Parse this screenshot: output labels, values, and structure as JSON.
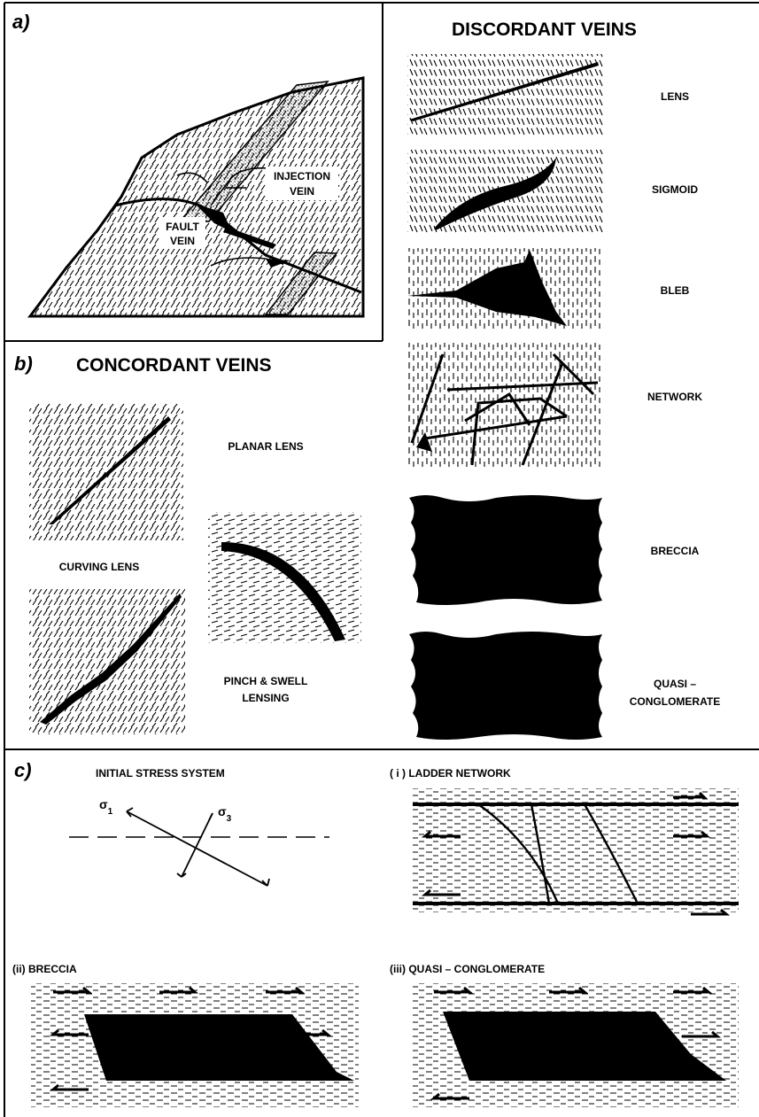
{
  "panels": {
    "a": {
      "letter": "a)",
      "labels": {
        "injection": [
          "INJECTION",
          "VEIN"
        ],
        "fault": [
          "FAULT",
          "VEIN"
        ]
      }
    },
    "b": {
      "letter": "b)",
      "title": "CONCORDANT VEINS",
      "labels": {
        "planar": "PLANAR  LENS",
        "curving": "CURVING  LENS",
        "pinch": [
          "PINCH & SWELL",
          "LENSING"
        ]
      }
    },
    "discordant": {
      "title": "DISCORDANT  VEINS",
      "labels": {
        "lens": "LENS",
        "sigmoid": "SIGMOID",
        "bleb": "BLEB",
        "network": "NETWORK",
        "breccia": "BRECCIA",
        "quasi": [
          "QUASI –",
          "CONGLOMERATE"
        ]
      }
    },
    "c": {
      "letter": "c)",
      "title": "INITIAL  STRESS  SYSTEM",
      "sigma1": "σ",
      "sigma1_sub": "1",
      "sigma3": "σ",
      "sigma3_sub": "3",
      "ladder": "( i )   LADDER  NETWORK",
      "breccia": "(ii)  BRECCIA",
      "quasi": "(iii)  QUASI – CONGLOMERATE"
    }
  }
}
